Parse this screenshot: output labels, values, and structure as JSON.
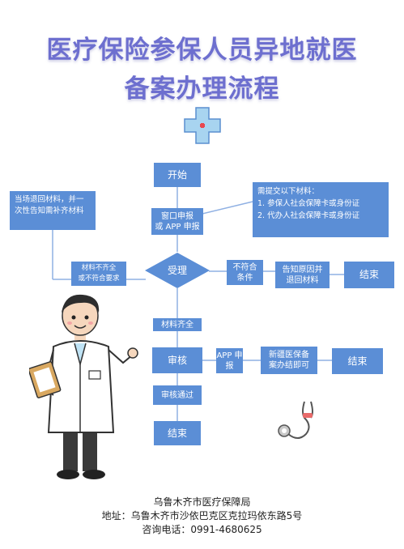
{
  "title": {
    "line1": "医疗保险参保人员异地就医",
    "line2": "备案办理流程"
  },
  "icons": {
    "cross": "medical-cross-icon",
    "doctor": "doctor-illustration",
    "stethoscope": "stethoscope-icon"
  },
  "colors": {
    "box": "#5b8ed6",
    "title": "#6d6fcf",
    "line": "#8fb0e3",
    "cross": "#a8d4f0",
    "cross_center": "#e8474f"
  },
  "flow": {
    "start": "开始",
    "window_apply": [
      "窗口申报",
      "或 APP 申报"
    ],
    "requirement_note": {
      "heading": "需提交以下材料：",
      "items": [
        "1.  参保人社会保障卡或身份证",
        "2.  代办人社会保障卡或身份证"
      ]
    },
    "left_note": "当场退回材料，并一次性告知需补齐材料",
    "incomplete": [
      "材料不齐全",
      "或不符合要求"
    ],
    "accept": "受理",
    "not_eligible": [
      "不符合",
      "条件"
    ],
    "notify_return": [
      "告知原因并",
      "退回材料"
    ],
    "end1": "结束",
    "complete": "材料齐全",
    "review": "审核",
    "app_report": [
      "APP 申",
      "报"
    ],
    "xinjiang": [
      "新疆医保备",
      "案办结即可"
    ],
    "end2": "结束",
    "approved": "审核通过",
    "end3": "结束"
  },
  "footer": {
    "org": "乌鲁木齐市医疗保障局",
    "address": "地址：乌鲁木齐市沙依巴克区克拉玛依东路5号",
    "phone": "咨询电话：0991-4680625"
  }
}
